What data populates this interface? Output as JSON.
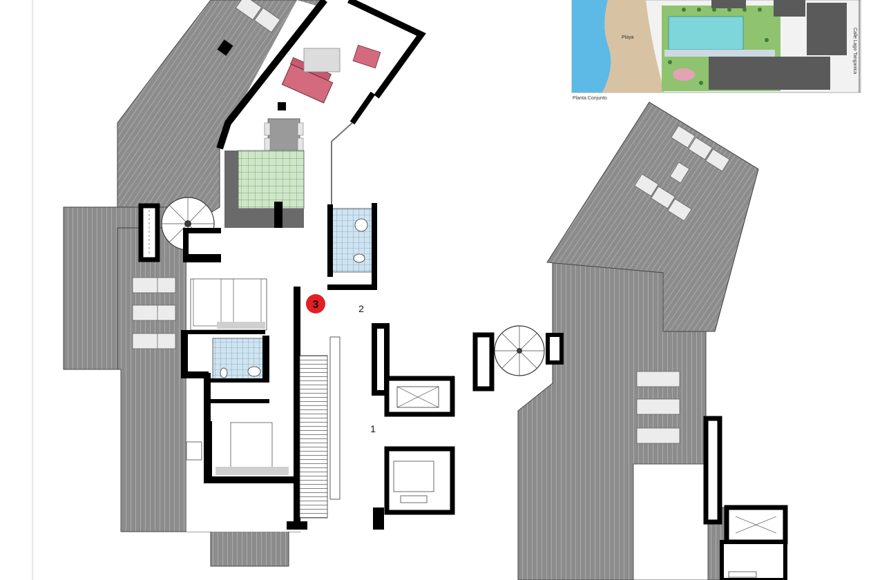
{
  "plan": {
    "room_labels": [
      "1",
      "2"
    ],
    "unit_badge": {
      "number": "3",
      "color": "#e31e24"
    },
    "site_plan": {
      "caption": "Planta Conjunto",
      "beach_label": "Playa",
      "street_label": "Calle Lago Tanganica"
    },
    "colors": {
      "deck": "#8c8c8c",
      "deck_lines": "#b9b9b9",
      "wall": "#000000",
      "kitchen_tile": "#cfe7c8",
      "bath_tile": "#cfe4f2",
      "sofa": "#d46a7e",
      "sea": "#5db9e6",
      "sand": "#d7c3a3",
      "pool": "#7fd6da",
      "garden": "#8fc36f"
    }
  }
}
